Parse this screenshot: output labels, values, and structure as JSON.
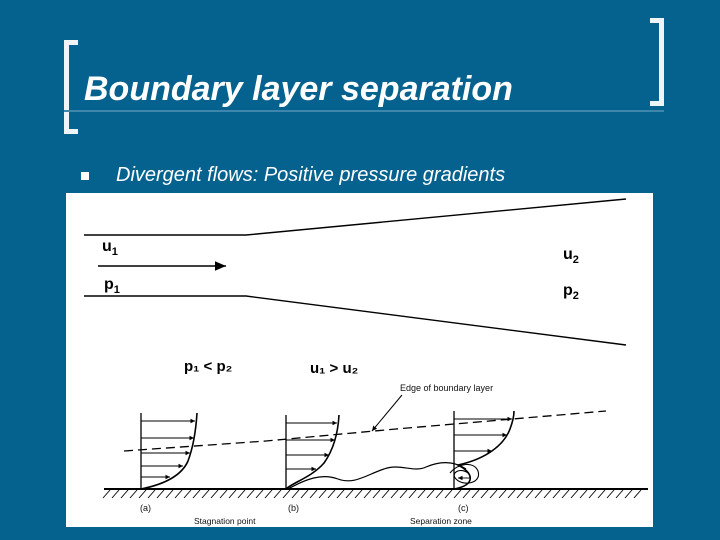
{
  "slide": {
    "title": "Boundary layer separation",
    "bullet": "Divergent flows: Positive pressure gradients"
  },
  "figure": {
    "inlet_velocity": "u",
    "inlet_velocity_sub": "1",
    "inlet_pressure": "p",
    "inlet_pressure_sub": "1",
    "outlet_velocity": "u",
    "outlet_velocity_sub": "2",
    "outlet_pressure": "p",
    "outlet_pressure_sub": "2",
    "pressure_relation": "p₁ < p₂",
    "velocity_relation": "u₁ > u₂",
    "edge_label": "Edge of boundary layer",
    "label_a": "(a)",
    "label_b": "(b)",
    "label_c": "(c)",
    "stagnation_label": "Stagnation point",
    "separation_label": "Separation zone"
  },
  "colors": {
    "background": "#05628f",
    "text": "#ffffff",
    "figure_bg": "#ffffff"
  }
}
